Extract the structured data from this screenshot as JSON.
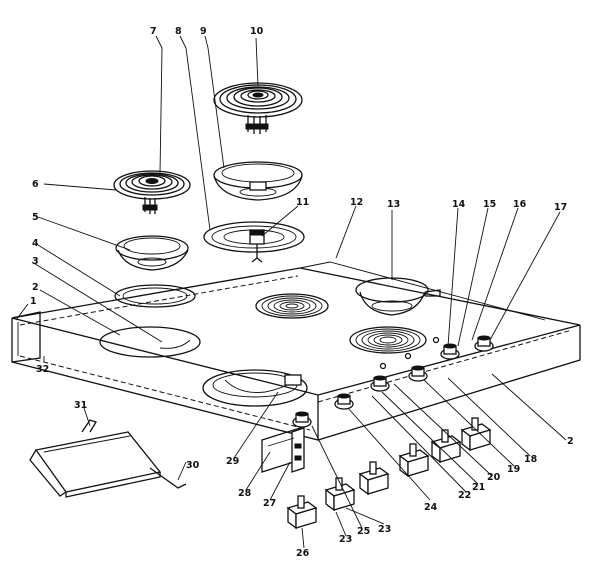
{
  "diagram": {
    "labels": [
      {
        "id": "p1",
        "text": "1"
      },
      {
        "id": "p2a",
        "text": "2"
      },
      {
        "id": "p2b",
        "text": "2"
      },
      {
        "id": "p3",
        "text": "3"
      },
      {
        "id": "p4",
        "text": "4"
      },
      {
        "id": "p5",
        "text": "5"
      },
      {
        "id": "p6",
        "text": "6"
      },
      {
        "id": "p7",
        "text": "7"
      },
      {
        "id": "p8",
        "text": "8"
      },
      {
        "id": "p9",
        "text": "9"
      },
      {
        "id": "p10",
        "text": "10"
      },
      {
        "id": "p11",
        "text": "11"
      },
      {
        "id": "p12",
        "text": "12"
      },
      {
        "id": "p13",
        "text": "13"
      },
      {
        "id": "p14",
        "text": "14"
      },
      {
        "id": "p15",
        "text": "15"
      },
      {
        "id": "p16",
        "text": "16"
      },
      {
        "id": "p17",
        "text": "17"
      },
      {
        "id": "p18",
        "text": "18"
      },
      {
        "id": "p19",
        "text": "19"
      },
      {
        "id": "p20",
        "text": "20"
      },
      {
        "id": "p21",
        "text": "21"
      },
      {
        "id": "p22",
        "text": "22"
      },
      {
        "id": "p23a",
        "text": "23"
      },
      {
        "id": "p23b",
        "text": "23"
      },
      {
        "id": "p24",
        "text": "24"
      },
      {
        "id": "p25",
        "text": "25"
      },
      {
        "id": "p26",
        "text": "26"
      },
      {
        "id": "p27",
        "text": "27"
      },
      {
        "id": "p28",
        "text": "28"
      },
      {
        "id": "p29",
        "text": "29"
      },
      {
        "id": "p30",
        "text": "30"
      },
      {
        "id": "p31",
        "text": "31"
      },
      {
        "id": "p32",
        "text": "32"
      }
    ]
  }
}
